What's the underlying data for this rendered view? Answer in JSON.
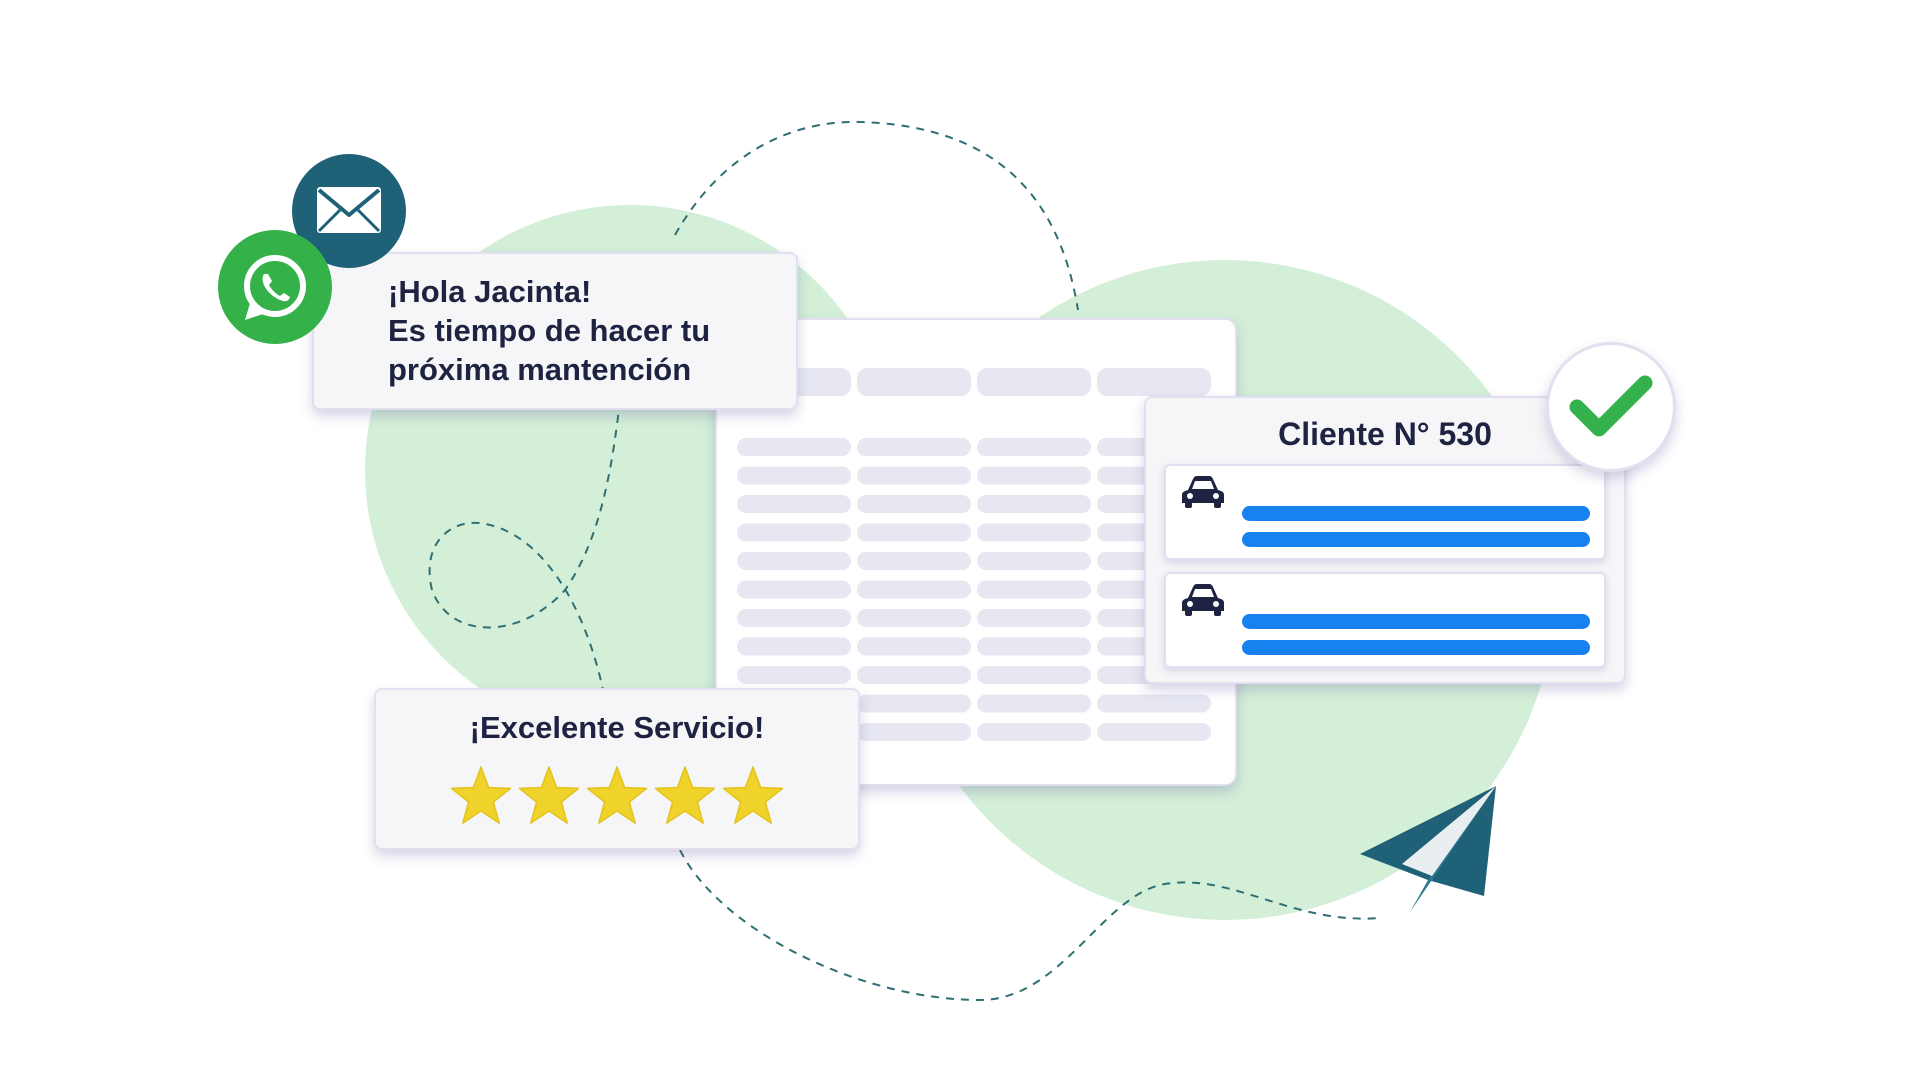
{
  "greeting_card": {
    "lines": [
      "¡Hola Jacinta!",
      "Es tiempo de hacer tu",
      "próxima mantención"
    ]
  },
  "review_card": {
    "title": "¡Excelente Servicio!",
    "stars": 5
  },
  "client_card": {
    "title": "Cliente N° 530",
    "vehicles": [
      {
        "icon": "car-icon"
      },
      {
        "icon": "car-icon"
      }
    ]
  },
  "icons": {
    "whatsapp": "whatsapp-icon",
    "email": "email-icon",
    "check": "checkmark-icon",
    "plane": "paper-plane-icon"
  },
  "colors": {
    "blob": "#d3efd8",
    "whatsapp_green": "#35b14a",
    "email_teal": "#1f6176",
    "plane_teal": "#1f6176",
    "check_green": "#34b14c",
    "bar_blue": "#1781f0",
    "star_yellow": "#f0d32a",
    "placeholder": "#e6e7f1",
    "dash": "#2f6f73",
    "text_dark": "#1e2341"
  }
}
